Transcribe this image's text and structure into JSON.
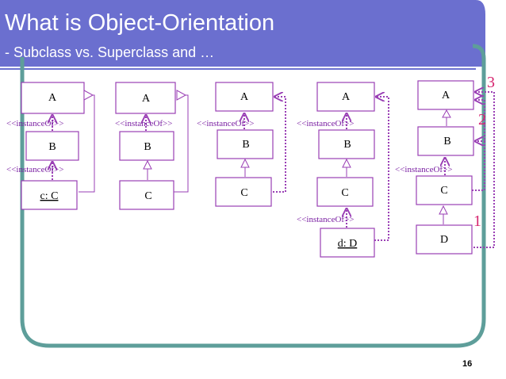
{
  "slide": {
    "title": "What is Object-Orientation",
    "subtitle": "- Subclass vs. Superclass and …",
    "page_number": "16"
  },
  "diagrams": [
    {
      "boxes": [
        {
          "label": "A",
          "instance": false
        },
        {
          "label": "B",
          "instance": false
        },
        {
          "label": "c: C",
          "instance": true
        }
      ],
      "stereotypes": [
        "<<instanceOf>>",
        "<<instanceOf>>"
      ]
    },
    {
      "boxes": [
        {
          "label": "A",
          "instance": false
        },
        {
          "label": "B",
          "instance": false
        },
        {
          "label": "C",
          "instance": false
        }
      ],
      "stereotypes": [
        "<<instanceOf>>"
      ]
    },
    {
      "boxes": [
        {
          "label": "A",
          "instance": false
        },
        {
          "label": "B",
          "instance": false
        },
        {
          "label": "C",
          "instance": false
        }
      ],
      "stereotypes": [
        "<<instanceOf>>"
      ]
    },
    {
      "boxes": [
        {
          "label": "A",
          "instance": false
        },
        {
          "label": "B",
          "instance": false
        },
        {
          "label": "C",
          "instance": false
        },
        {
          "label": "d: D",
          "instance": true
        }
      ],
      "stereotypes": [
        "<<instanceOf>>",
        "<<instanceOf>>"
      ]
    },
    {
      "boxes": [
        {
          "label": "A",
          "instance": false
        },
        {
          "label": "B",
          "instance": false
        },
        {
          "label": "C",
          "instance": false
        },
        {
          "label": "D",
          "instance": false
        }
      ],
      "stereotypes": [
        "<<instanceOf>>"
      ],
      "step_numbers": [
        "3",
        "2",
        "1"
      ]
    }
  ],
  "colors": {
    "header": "#6b6fcf",
    "frame": "#5e9e9a",
    "box_border": "#9a3fb5",
    "dotted": "#9a3fb5",
    "stereotype": "#7a1fa2",
    "numbers": "#d6246e"
  }
}
